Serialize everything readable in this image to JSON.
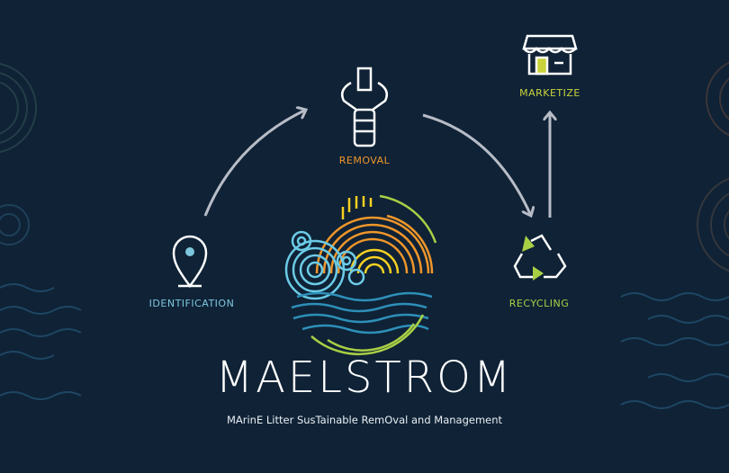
{
  "title": "MAELSTROM",
  "subtitle": "MArinE Litter SusTainable RemOval and Management",
  "steps": {
    "identification": {
      "label": "IDENTIFICATION",
      "color": "#7ec8de"
    },
    "removal": {
      "label": "REMOVAL",
      "color": "#f0962a"
    },
    "recycling": {
      "label": "RECYCLING",
      "color": "#a9cf45"
    },
    "marketize": {
      "label": "MARKETIZE",
      "color": "#c9d43c"
    }
  },
  "colors": {
    "background": "#0f2236",
    "arrow": "#b7bcc6"
  }
}
